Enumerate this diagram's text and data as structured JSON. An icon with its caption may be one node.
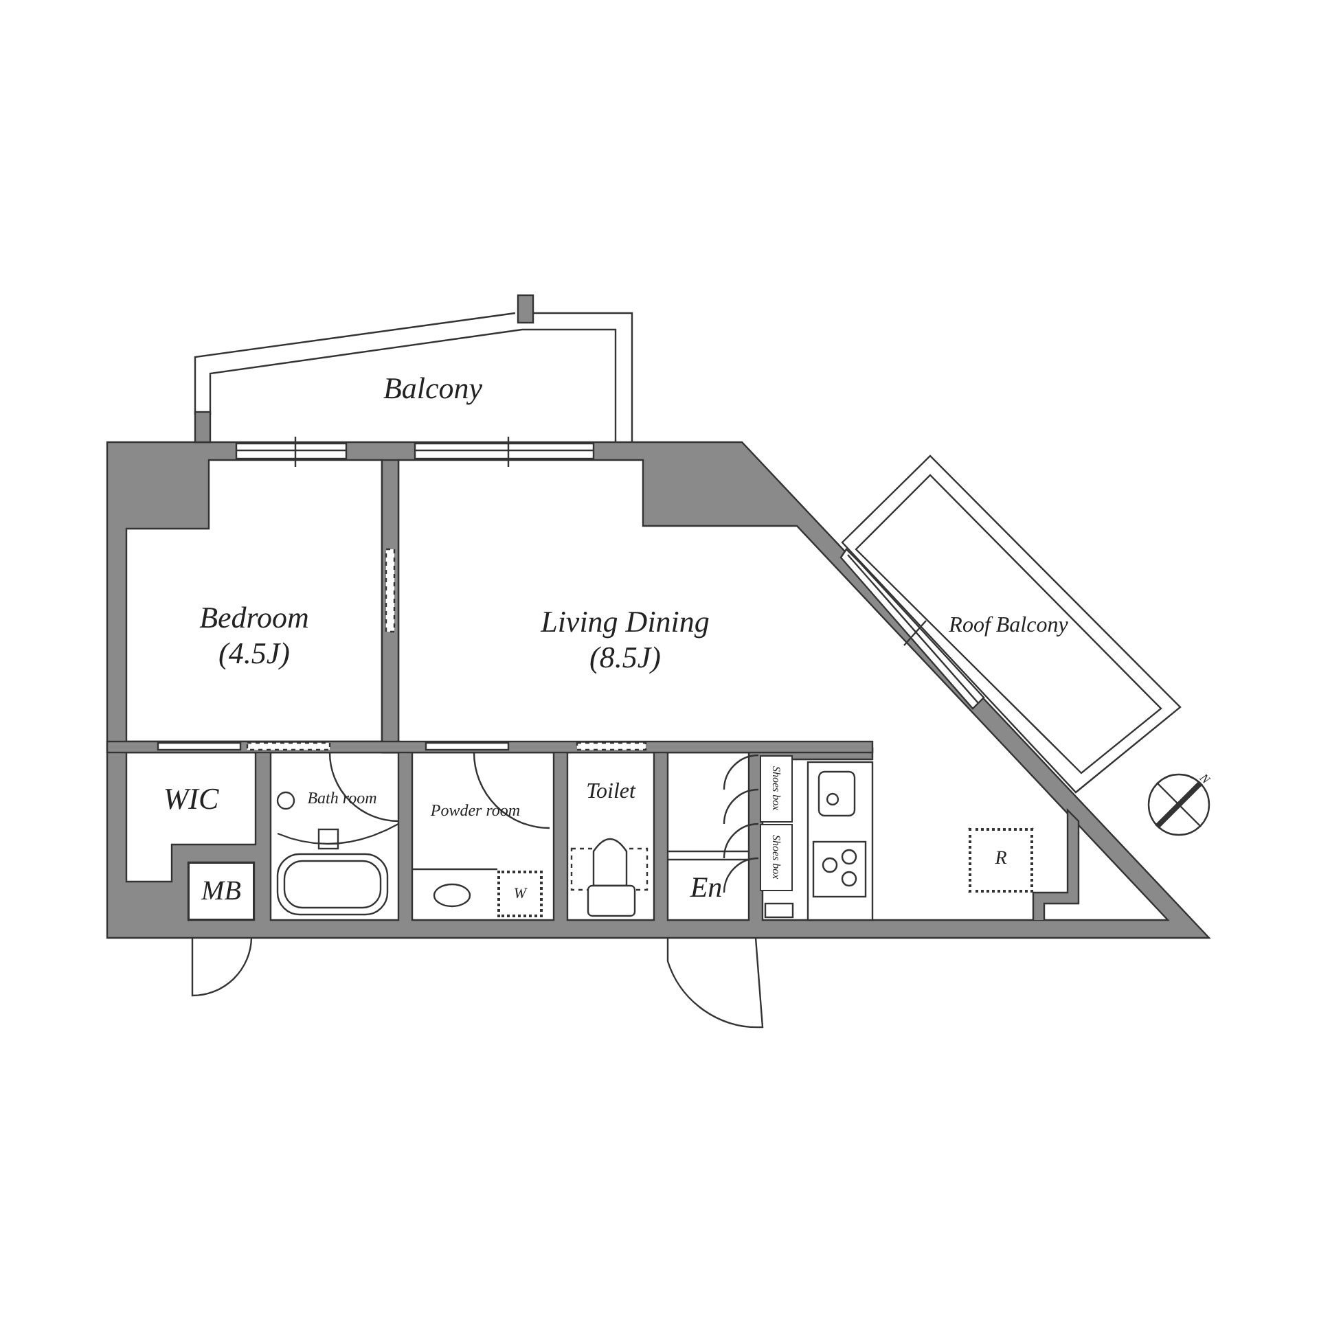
{
  "diagram": {
    "nodes": [
      {
        "text": [
          "Balcony"
        ]
      },
      {
        "text": [
          "Bedroom",
          "(4.5J)"
        ]
      },
      {
        "text": [
          "Living Dining",
          "(8.5J)"
        ]
      },
      {
        "text": [
          "Roof Balcony"
        ]
      },
      {
        "text": [
          "WIC"
        ]
      },
      {
        "text": [
          "MB"
        ]
      },
      {
        "text": [
          "Bath room"
        ]
      },
      {
        "text": [
          "Powder room"
        ]
      },
      {
        "text": [
          "W"
        ]
      },
      {
        "text": [
          "Toilet"
        ]
      },
      {
        "text": [
          "En"
        ]
      },
      {
        "text": [
          "Shoes box"
        ]
      },
      {
        "text": [
          "Shoes box"
        ]
      },
      {
        "text": [
          "R"
        ]
      }
    ],
    "labels": [
      "N"
    ]
  }
}
